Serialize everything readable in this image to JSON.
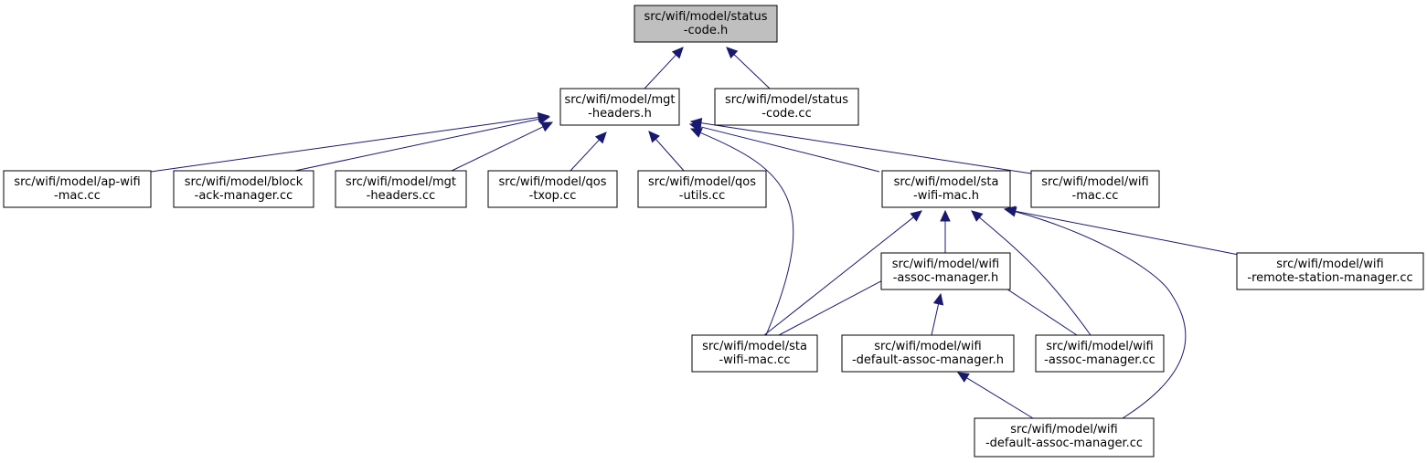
{
  "colors": {
    "focus_fill": "#bfbfbf",
    "node_fill": "#ffffff",
    "edge": "#191970"
  },
  "nodes": [
    {
      "id": "status_code_h",
      "lines": [
        "src/wifi/model/status",
        "-code.h"
      ],
      "focus": true
    },
    {
      "id": "mgt_headers_h",
      "lines": [
        "src/wifi/model/mgt",
        "-headers.h"
      ]
    },
    {
      "id": "status_code_cc",
      "lines": [
        "src/wifi/model/status",
        "-code.cc"
      ]
    },
    {
      "id": "ap_wifi_mac_cc",
      "lines": [
        "src/wifi/model/ap-wifi",
        "-mac.cc"
      ]
    },
    {
      "id": "block_ack_manager_cc",
      "lines": [
        "src/wifi/model/block",
        "-ack-manager.cc"
      ]
    },
    {
      "id": "mgt_headers_cc",
      "lines": [
        "src/wifi/model/mgt",
        "-headers.cc"
      ]
    },
    {
      "id": "qos_txop_cc",
      "lines": [
        "src/wifi/model/qos",
        "-txop.cc"
      ]
    },
    {
      "id": "qos_utils_cc",
      "lines": [
        "src/wifi/model/qos",
        "-utils.cc"
      ]
    },
    {
      "id": "sta_wifi_mac_h",
      "lines": [
        "src/wifi/model/sta",
        "-wifi-mac.h"
      ]
    },
    {
      "id": "wifi_mac_cc",
      "lines": [
        "src/wifi/model/wifi",
        "-mac.cc"
      ]
    },
    {
      "id": "wifi_assoc_manager_h",
      "lines": [
        "src/wifi/model/wifi",
        "-assoc-manager.h"
      ]
    },
    {
      "id": "wifi_remote_station_manager_cc",
      "lines": [
        "src/wifi/model/wifi",
        "-remote-station-manager.cc"
      ]
    },
    {
      "id": "sta_wifi_mac_cc",
      "lines": [
        "src/wifi/model/sta",
        "-wifi-mac.cc"
      ]
    },
    {
      "id": "wifi_default_assoc_manager_h",
      "lines": [
        "src/wifi/model/wifi",
        "-default-assoc-manager.h"
      ]
    },
    {
      "id": "wifi_assoc_manager_cc",
      "lines": [
        "src/wifi/model/wifi",
        "-assoc-manager.cc"
      ]
    },
    {
      "id": "wifi_default_assoc_manager_cc",
      "lines": [
        "src/wifi/model/wifi",
        "-default-assoc-manager.cc"
      ]
    }
  ],
  "edges": [
    {
      "from": "mgt_headers_h",
      "to": "status_code_h"
    },
    {
      "from": "status_code_cc",
      "to": "status_code_h"
    },
    {
      "from": "ap_wifi_mac_cc",
      "to": "mgt_headers_h"
    },
    {
      "from": "block_ack_manager_cc",
      "to": "mgt_headers_h"
    },
    {
      "from": "mgt_headers_cc",
      "to": "mgt_headers_h"
    },
    {
      "from": "qos_txop_cc",
      "to": "mgt_headers_h"
    },
    {
      "from": "qos_utils_cc",
      "to": "mgt_headers_h"
    },
    {
      "from": "sta_wifi_mac_cc",
      "to": "mgt_headers_h"
    },
    {
      "from": "sta_wifi_mac_h",
      "to": "mgt_headers_h"
    },
    {
      "from": "wifi_mac_cc",
      "to": "mgt_headers_h"
    },
    {
      "from": "sta_wifi_mac_cc",
      "to": "sta_wifi_mac_h"
    },
    {
      "from": "wifi_assoc_manager_h",
      "to": "sta_wifi_mac_h"
    },
    {
      "from": "wifi_assoc_manager_cc",
      "to": "sta_wifi_mac_h"
    },
    {
      "from": "wifi_default_assoc_manager_cc",
      "to": "sta_wifi_mac_h"
    },
    {
      "from": "wifi_remote_station_manager_cc",
      "to": "sta_wifi_mac_h"
    },
    {
      "from": "sta_wifi_mac_cc",
      "to": "wifi_assoc_manager_h"
    },
    {
      "from": "wifi_default_assoc_manager_h",
      "to": "wifi_assoc_manager_h"
    },
    {
      "from": "wifi_assoc_manager_cc",
      "to": "wifi_assoc_manager_h"
    },
    {
      "from": "wifi_default_assoc_manager_cc",
      "to": "wifi_default_assoc_manager_h"
    }
  ]
}
